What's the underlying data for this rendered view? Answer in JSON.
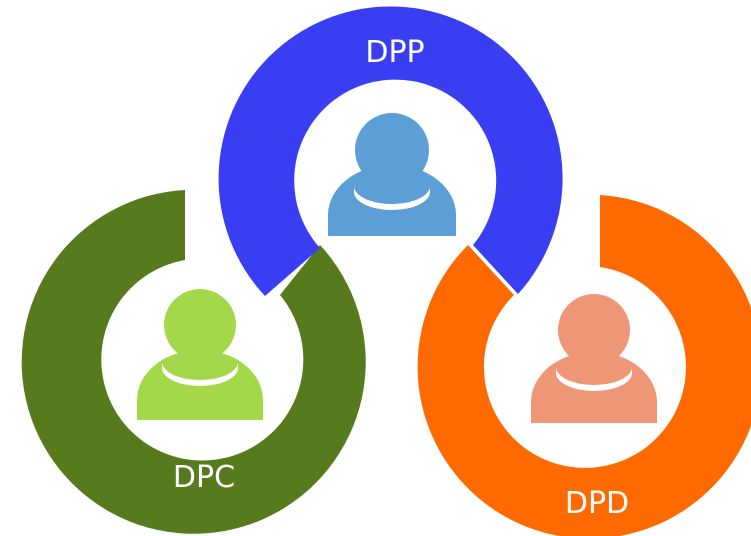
{
  "rings": [
    {
      "id": "dpp",
      "label": "DPP",
      "ring_color": "#3a3ef2",
      "person_color": "#5b9fd6"
    },
    {
      "id": "dpc",
      "label": "DPC",
      "ring_color": "#567a1c",
      "person_color": "#a4d84a"
    },
    {
      "id": "dpd",
      "label": "DPD",
      "ring_color": "#ff6a00",
      "person_color": "#ee9676"
    }
  ],
  "icons": {
    "person": "person-icon"
  }
}
